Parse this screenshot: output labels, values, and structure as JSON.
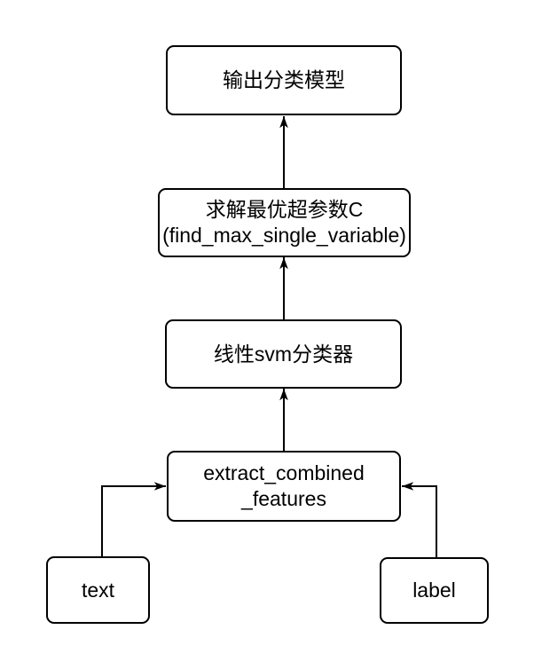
{
  "diagram": {
    "type": "flowchart",
    "background_color": "#ffffff",
    "stroke_color": "#000000",
    "text_color": "#000000",
    "nodes": {
      "output": {
        "label": "输出分类模型"
      },
      "solve": {
        "line1": "求解最优超参数C",
        "line2": "(find_max_single_variable)"
      },
      "svm": {
        "label": "线性svm分类器"
      },
      "extract": {
        "line1": "extract_combined",
        "line2": "_features"
      },
      "text": {
        "label": "text"
      },
      "label": {
        "label": "label"
      }
    },
    "edges": [
      {
        "from": "text",
        "to": "extract"
      },
      {
        "from": "label",
        "to": "extract"
      },
      {
        "from": "extract",
        "to": "svm"
      },
      {
        "from": "svm",
        "to": "solve"
      },
      {
        "from": "solve",
        "to": "output"
      }
    ]
  }
}
